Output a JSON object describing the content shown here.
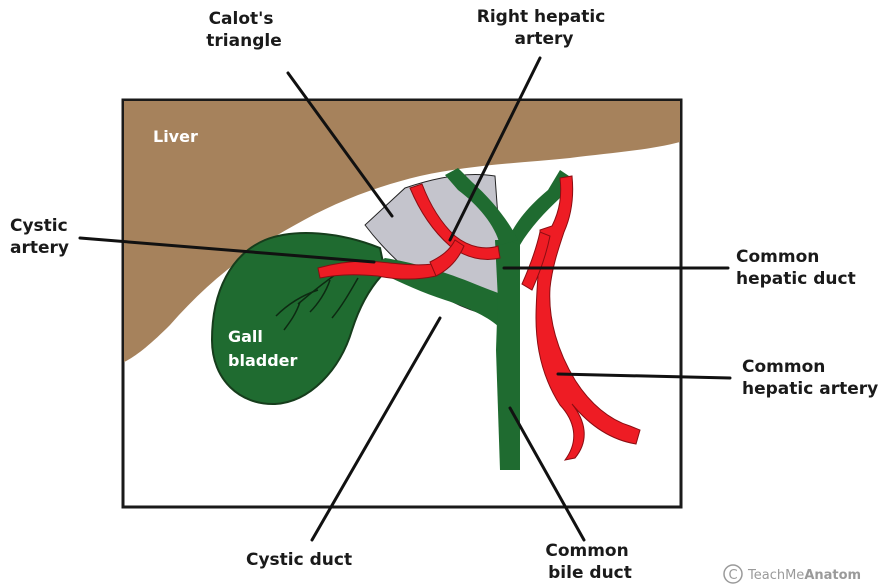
{
  "labels": {
    "liver": "Liver",
    "gall_bladder": [
      "Gall",
      "bladder"
    ],
    "calots_triangle": [
      "Calot's",
      "triangle"
    ],
    "right_hepatic_artery": [
      "Right hepatic",
      "artery"
    ],
    "cystic_artery": [
      "Cystic",
      "artery"
    ],
    "common_hepatic_duct": [
      "Common",
      "hepatic duct"
    ],
    "common_hepatic_artery": [
      "Common",
      "hepatic artery"
    ],
    "cystic_duct": "Cystic duct",
    "common_bile_duct": [
      "Common",
      "bile duct"
    ]
  },
  "watermark": {
    "symbol": "C",
    "text_a": "TeachMe",
    "text_b": "Anatom"
  },
  "colors": {
    "liver": "#a6825c",
    "duct_green": "#1f6b30",
    "artery_red": "#ee1c24",
    "triangle_gray": "#c4c4cc",
    "frame": "#1a1a1a"
  }
}
